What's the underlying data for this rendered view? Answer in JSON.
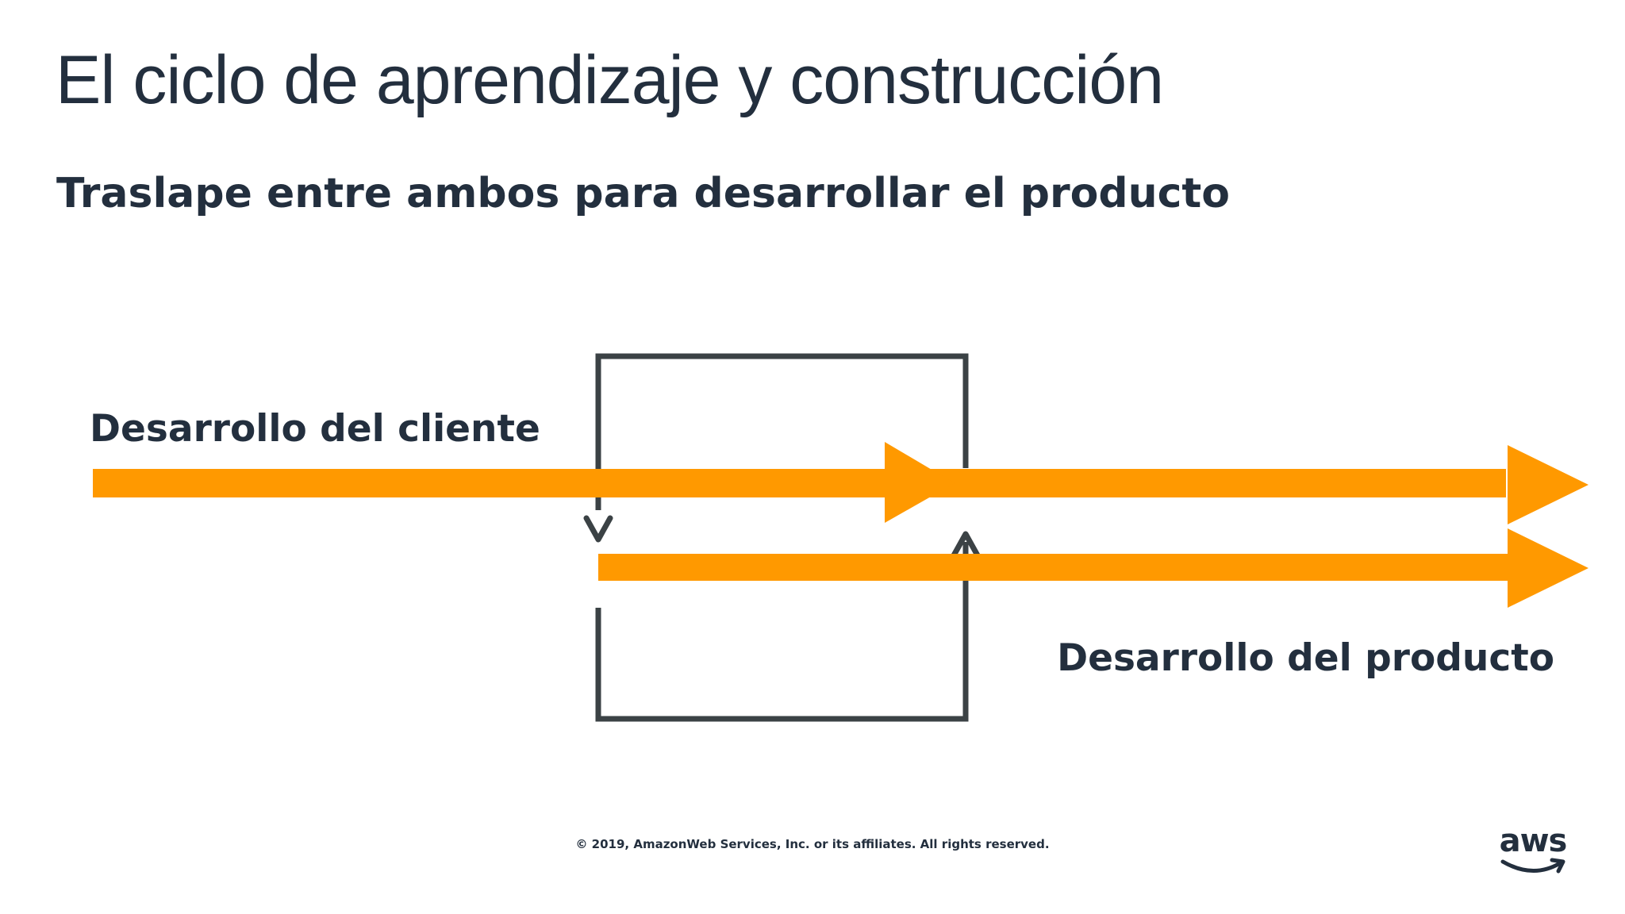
{
  "slide": {
    "title": "El ciclo de aprendizaje y construcción",
    "subtitle": "Traslape entre ambos para desarrollar el producto"
  },
  "diagram": {
    "customer_track_label": "Desarrollo del cliente",
    "product_track_label": "Desarrollo del producto",
    "colors": {
      "arrow": "#ff9900",
      "loop": "#3b4245",
      "text": "#232f3e"
    }
  },
  "footer": {
    "copyright": "© 2019, AmazonWeb Services, Inc. or its affiliates. All rights reserved.",
    "logo_text": "aws"
  }
}
